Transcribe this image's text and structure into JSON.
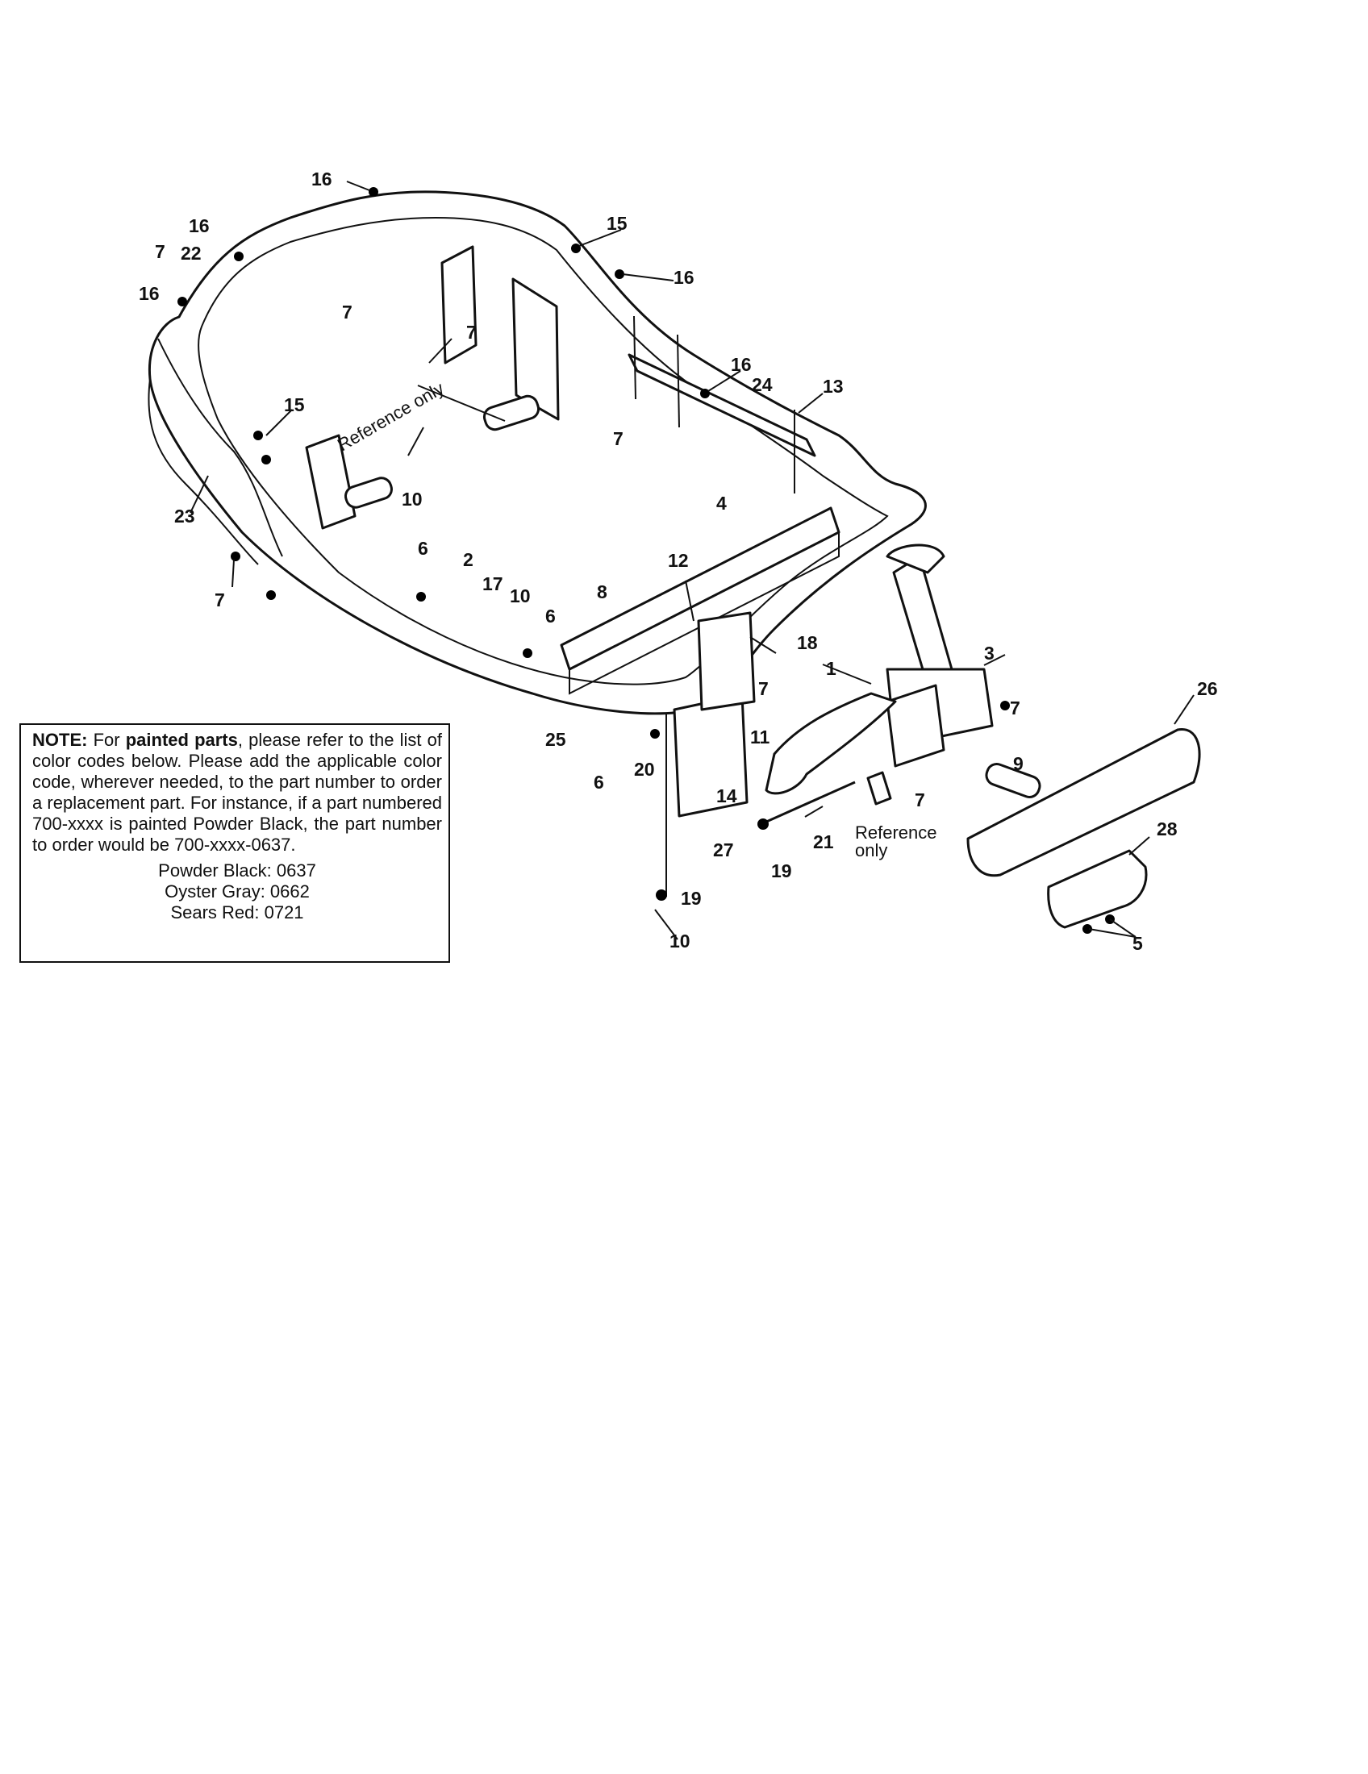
{
  "callouts": [
    "1",
    "2",
    "3",
    "4",
    "5",
    "6",
    "7",
    "8",
    "9",
    "10",
    "11",
    "12",
    "13",
    "14",
    "15",
    "16",
    "17",
    "18",
    "19",
    "20",
    "21",
    "22",
    "23",
    "24",
    "25",
    "26",
    "27",
    "28"
  ],
  "reference_label": "Reference only",
  "reference_label_line1": "Reference",
  "reference_label_line2": "only",
  "note": {
    "lead": "NOTE:",
    "t1": " For ",
    "emph": "painted parts",
    "t2": ", please refer to the list of color codes below.  Please add the applicable color code, wherever needed, to the part number to order a replacement part.  For instance, if a part numbered 700-xxxx is painted Powder Black, the part number to order would be 700-xxxx-0637.",
    "codes": [
      "Powder Black: 0637",
      "Oyster Gray: 0662",
      "Sears Red: 0721"
    ]
  }
}
